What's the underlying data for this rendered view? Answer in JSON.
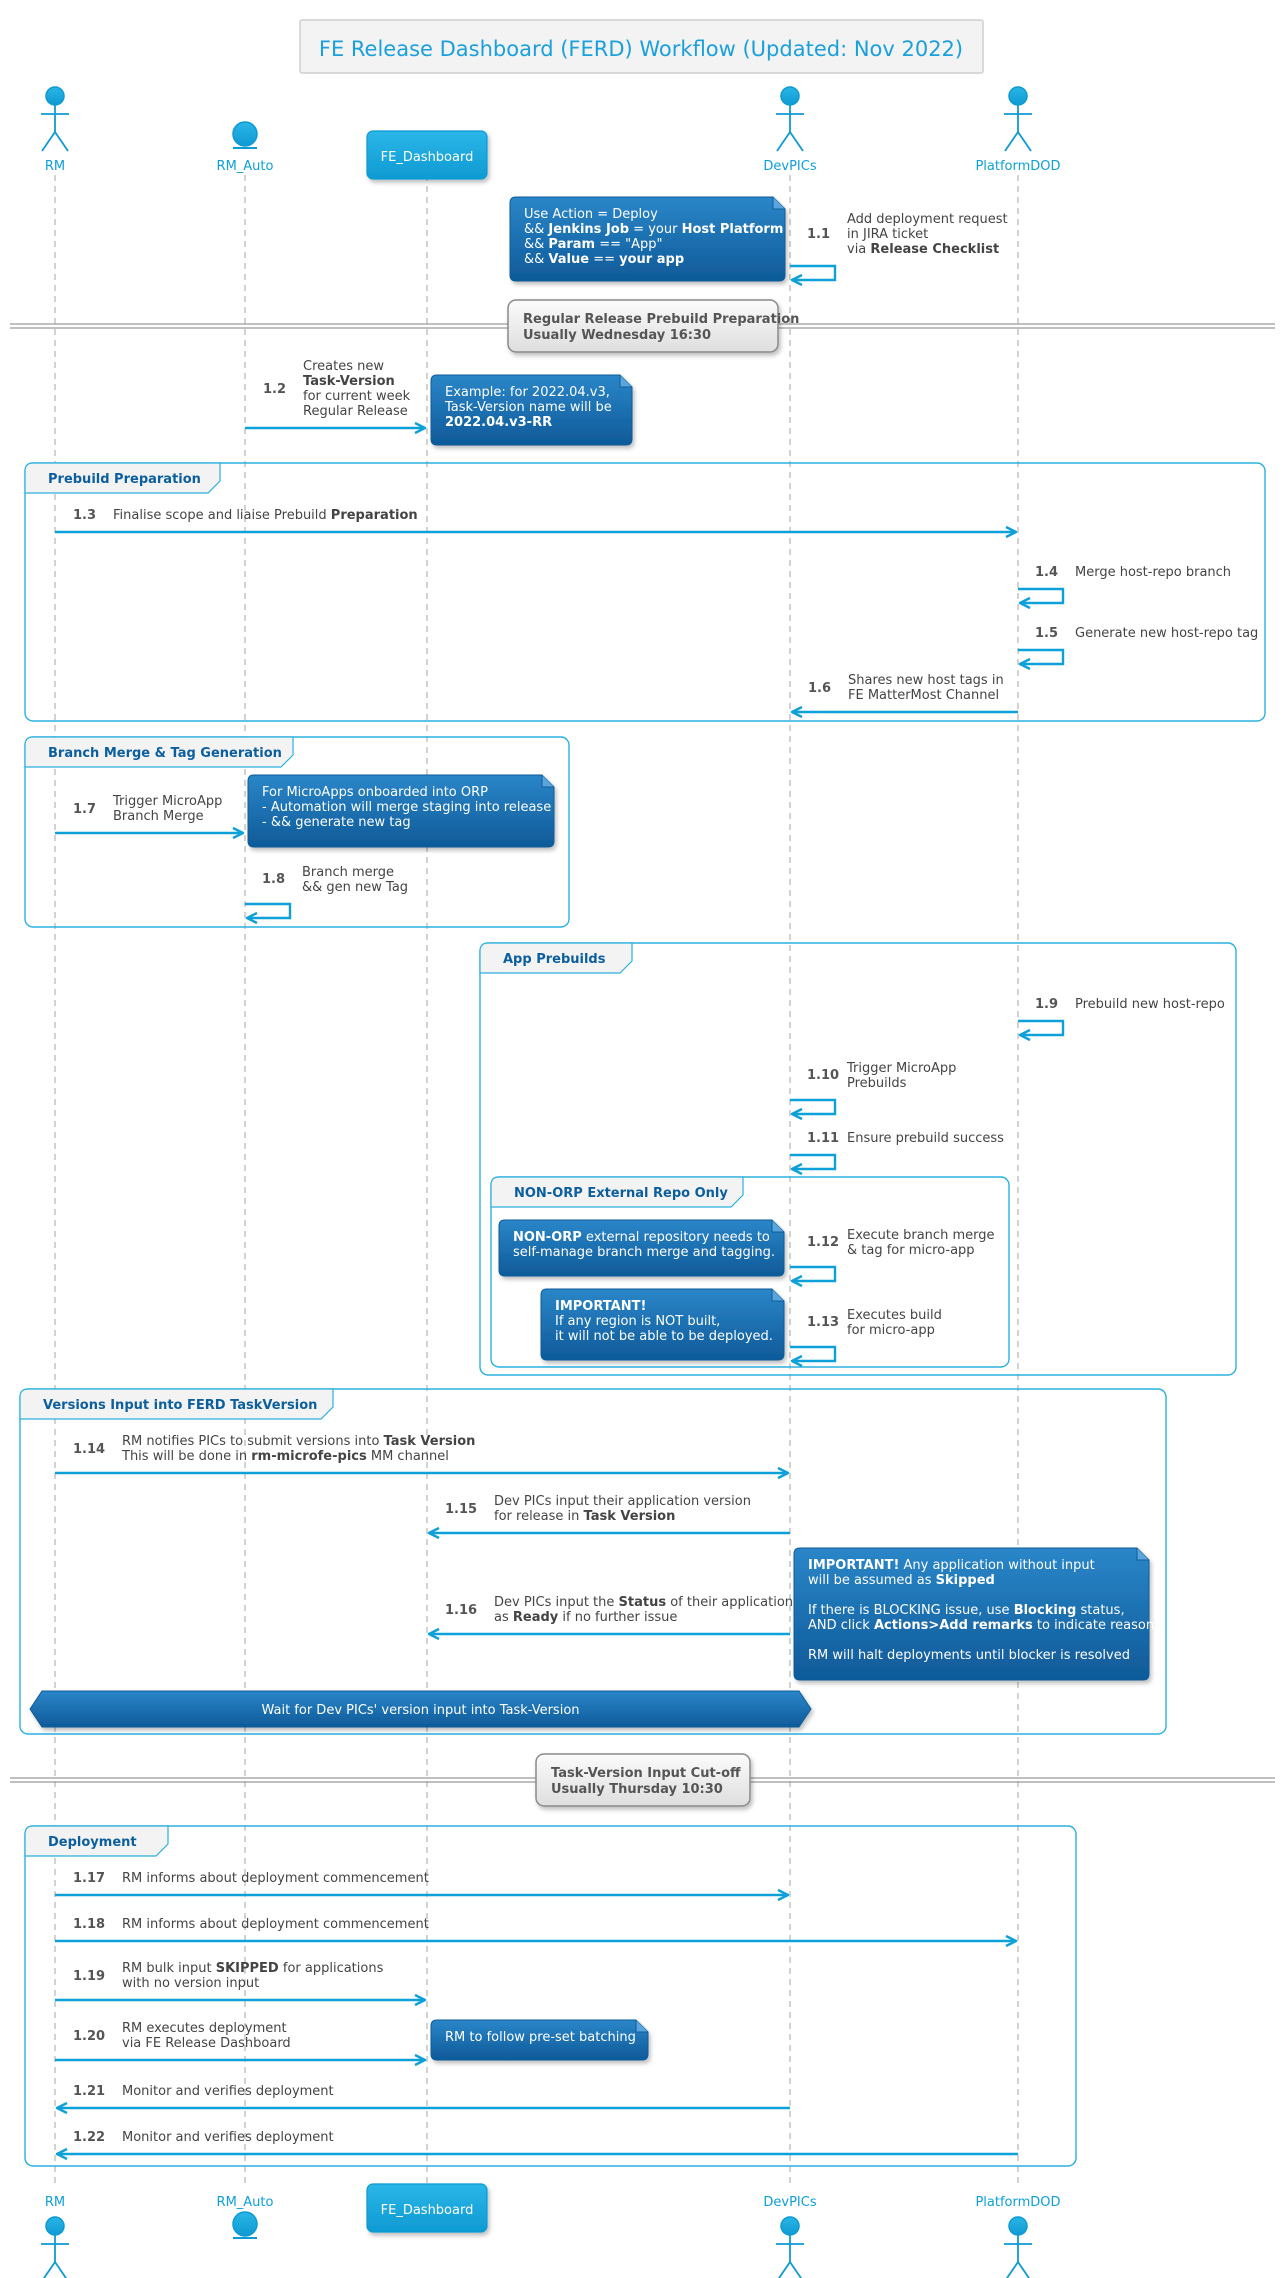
{
  "title": "FE Release Dashboard (FERD) Workflow (Updated: Nov 2022)",
  "colors": {
    "accent": "#0ea0d8",
    "note_fill": "#1b6fb4",
    "note_fill_dark": "#0f5a99",
    "frame_border": "#2ab0e0",
    "frame_label": "#0c5f9e",
    "text": "#3c3c3c",
    "divider_fill": "#eeeeee"
  },
  "participants": [
    {
      "id": "rm",
      "name": "RM",
      "shape": "actor-icon"
    },
    {
      "id": "rm_auto",
      "name": "RM_Auto",
      "shape": "entity-icon"
    },
    {
      "id": "fe_dashboard",
      "name": "FE_Dashboard",
      "shape": "box"
    },
    {
      "id": "devpics",
      "name": "DevPICs",
      "shape": "actor-icon"
    },
    {
      "id": "platformdod",
      "name": "PlatformDOD",
      "shape": "actor-icon"
    }
  ],
  "dividers": [
    {
      "lines": [
        "Regular Release Prebuild Preparation",
        "Usually Wednesday 16:30"
      ]
    },
    {
      "lines": [
        "Task-Version Input Cut-off",
        "Usually Thursday 10:30"
      ]
    }
  ],
  "frames": [
    {
      "label": "Prebuild Preparation"
    },
    {
      "label": "Branch Merge & Tag Generation"
    },
    {
      "label": "App Prebuilds"
    },
    {
      "label": "NON-ORP External Repo Only"
    },
    {
      "label": "Versions Input into FERD TaskVersion"
    },
    {
      "label": "Deployment"
    }
  ],
  "messages": [
    {
      "num": "1.1",
      "from": "devpics",
      "to": "devpics",
      "lines": [
        [
          {
            "t": "Add deployment request"
          }
        ],
        [
          {
            "t": "in JIRA ticket"
          }
        ],
        [
          {
            "t": "via "
          },
          {
            "t": "Release Checklist",
            "b": true
          }
        ]
      ]
    },
    {
      "num": "1.2",
      "from": "rm_auto",
      "to": "fe_dashboard",
      "lines": [
        [
          {
            "t": "Creates new"
          }
        ],
        [
          {
            "t": "Task-Version",
            "b": true
          }
        ],
        [
          {
            "t": "for current week"
          }
        ],
        [
          {
            "t": "Regular Release"
          }
        ]
      ]
    },
    {
      "num": "1.3",
      "from": "rm",
      "to": "platformdod",
      "lines": [
        [
          {
            "t": "Finalise scope and liaise Prebuild "
          },
          {
            "t": "Preparation",
            "b": true
          }
        ]
      ]
    },
    {
      "num": "1.4",
      "from": "platformdod",
      "to": "platformdod",
      "lines": [
        [
          {
            "t": "Merge host-repo branch"
          }
        ]
      ]
    },
    {
      "num": "1.5",
      "from": "platformdod",
      "to": "platformdod",
      "lines": [
        [
          {
            "t": "Generate new host-repo tag"
          }
        ]
      ]
    },
    {
      "num": "1.6",
      "from": "platformdod",
      "to": "devpics",
      "lines": [
        [
          {
            "t": "Shares new host tags in"
          }
        ],
        [
          {
            "t": "FE MatterMost Channel"
          }
        ]
      ]
    },
    {
      "num": "1.7",
      "from": "rm",
      "to": "rm_auto",
      "lines": [
        [
          {
            "t": "Trigger MicroApp"
          }
        ],
        [
          {
            "t": "Branch Merge"
          }
        ]
      ]
    },
    {
      "num": "1.8",
      "from": "rm_auto",
      "to": "rm_auto",
      "lines": [
        [
          {
            "t": "Branch merge"
          }
        ],
        [
          {
            "t": "&& gen new Tag"
          }
        ]
      ]
    },
    {
      "num": "1.9",
      "from": "platformdod",
      "to": "platformdod",
      "lines": [
        [
          {
            "t": "Prebuild new host-repo"
          }
        ]
      ]
    },
    {
      "num": "1.10",
      "from": "devpics",
      "to": "devpics",
      "lines": [
        [
          {
            "t": "Trigger MicroApp"
          }
        ],
        [
          {
            "t": "Prebuilds"
          }
        ]
      ]
    },
    {
      "num": "1.11",
      "from": "devpics",
      "to": "devpics",
      "lines": [
        [
          {
            "t": "Ensure prebuild success"
          }
        ]
      ]
    },
    {
      "num": "1.12",
      "from": "devpics",
      "to": "devpics",
      "lines": [
        [
          {
            "t": "Execute branch merge"
          }
        ],
        [
          {
            "t": "& tag for micro-app"
          }
        ]
      ]
    },
    {
      "num": "1.13",
      "from": "devpics",
      "to": "devpics",
      "lines": [
        [
          {
            "t": "Executes build"
          }
        ],
        [
          {
            "t": "for micro-app"
          }
        ]
      ]
    },
    {
      "num": "1.14",
      "from": "rm",
      "to": "devpics",
      "lines": [
        [
          {
            "t": "RM notifies PICs to submit versions into "
          },
          {
            "t": "Task Version",
            "b": true
          }
        ],
        [
          {
            "t": "This will be done in "
          },
          {
            "t": "rm-microfe-pics",
            "b": true
          },
          {
            "t": " MM channel"
          }
        ]
      ]
    },
    {
      "num": "1.15",
      "from": "devpics",
      "to": "fe_dashboard",
      "lines": [
        [
          {
            "t": "Dev PICs input their application version"
          }
        ],
        [
          {
            "t": "for release in "
          },
          {
            "t": "Task Version",
            "b": true
          }
        ]
      ]
    },
    {
      "num": "1.16",
      "from": "devpics",
      "to": "fe_dashboard",
      "lines": [
        [
          {
            "t": "Dev PICs input the "
          },
          {
            "t": "Status",
            "b": true
          },
          {
            "t": " of their application"
          }
        ],
        [
          {
            "t": "as "
          },
          {
            "t": "Ready",
            "b": true
          },
          {
            "t": " if no further issue"
          }
        ]
      ]
    },
    {
      "num": "1.17",
      "from": "rm",
      "to": "devpics",
      "lines": [
        [
          {
            "t": "RM informs about deployment commencement"
          }
        ]
      ]
    },
    {
      "num": "1.18",
      "from": "rm",
      "to": "platformdod",
      "lines": [
        [
          {
            "t": "RM informs about deployment commencement"
          }
        ]
      ]
    },
    {
      "num": "1.19",
      "from": "rm",
      "to": "fe_dashboard",
      "lines": [
        [
          {
            "t": "RM bulk input "
          },
          {
            "t": "SKIPPED",
            "b": true
          },
          {
            "t": " for applications"
          }
        ],
        [
          {
            "t": "with no version input"
          }
        ]
      ]
    },
    {
      "num": "1.20",
      "from": "rm",
      "to": "fe_dashboard",
      "lines": [
        [
          {
            "t": "RM executes deployment"
          }
        ],
        [
          {
            "t": "via FE Release Dashboard"
          }
        ]
      ]
    },
    {
      "num": "1.21",
      "from": "devpics",
      "to": "rm",
      "lines": [
        [
          {
            "t": "Monitor and verifies deployment"
          }
        ]
      ]
    },
    {
      "num": "1.22",
      "from": "platformdod",
      "to": "rm",
      "lines": [
        [
          {
            "t": "Monitor and verifies deployment"
          }
        ]
      ]
    }
  ],
  "notes": [
    {
      "lines": [
        [
          {
            "t": "Use Action = Deploy"
          }
        ],
        [
          {
            "t": "&& "
          },
          {
            "t": "Jenkins Job",
            "b": true
          },
          {
            "t": " = your "
          },
          {
            "t": "Host Platform",
            "b": true
          }
        ],
        [
          {
            "t": "&& "
          },
          {
            "t": "Param",
            "b": true
          },
          {
            "t": " == \"App\""
          }
        ],
        [
          {
            "t": "&& "
          },
          {
            "t": "Value",
            "b": true
          },
          {
            "t": " == "
          },
          {
            "t": "your app",
            "b": true
          }
        ]
      ]
    },
    {
      "lines": [
        [
          {
            "t": "Example: for 2022.04.v3,"
          }
        ],
        [
          {
            "t": "Task-Version name will be"
          }
        ],
        [
          {
            "t": "2022.04.v3-RR",
            "b": true
          }
        ]
      ]
    },
    {
      "lines": [
        [
          {
            "t": "For MicroApps onboarded into ORP"
          }
        ],
        [
          {
            "t": "- Automation will merge staging into release"
          }
        ],
        [
          {
            "t": "- && generate new tag"
          }
        ]
      ]
    },
    {
      "lines": [
        [
          {
            "t": "NON-ORP",
            "b": true
          },
          {
            "t": " external repository needs to"
          }
        ],
        [
          {
            "t": "self-manage branch merge and tagging."
          }
        ]
      ]
    },
    {
      "lines": [
        [
          {
            "t": "IMPORTANT!",
            "b": true
          }
        ],
        [
          {
            "t": "If any region is NOT built,"
          }
        ],
        [
          {
            "t": "it will not be able to be deployed."
          }
        ]
      ]
    },
    {
      "lines": [
        [
          {
            "t": "IMPORTANT!",
            "b": true
          },
          {
            "t": " Any application without input"
          }
        ],
        [
          {
            "t": "will be assumed as "
          },
          {
            "t": "Skipped",
            "b": true
          }
        ],
        [],
        [
          {
            "t": "If there is BLOCKING issue, use "
          },
          {
            "t": "Blocking",
            "b": true
          },
          {
            "t": " status,"
          }
        ],
        [
          {
            "t": "AND click "
          },
          {
            "t": "Actions>Add remarks",
            "b": true
          },
          {
            "t": " to indicate reason"
          }
        ],
        [],
        [
          {
            "t": "RM will halt deployments until blocker is resolved"
          }
        ]
      ]
    },
    {
      "lines": [
        [
          {
            "t": "RM to follow pre-set batching"
          }
        ]
      ]
    }
  ],
  "wait_banner": "Wait for Dev PICs' version input into Task-Version"
}
